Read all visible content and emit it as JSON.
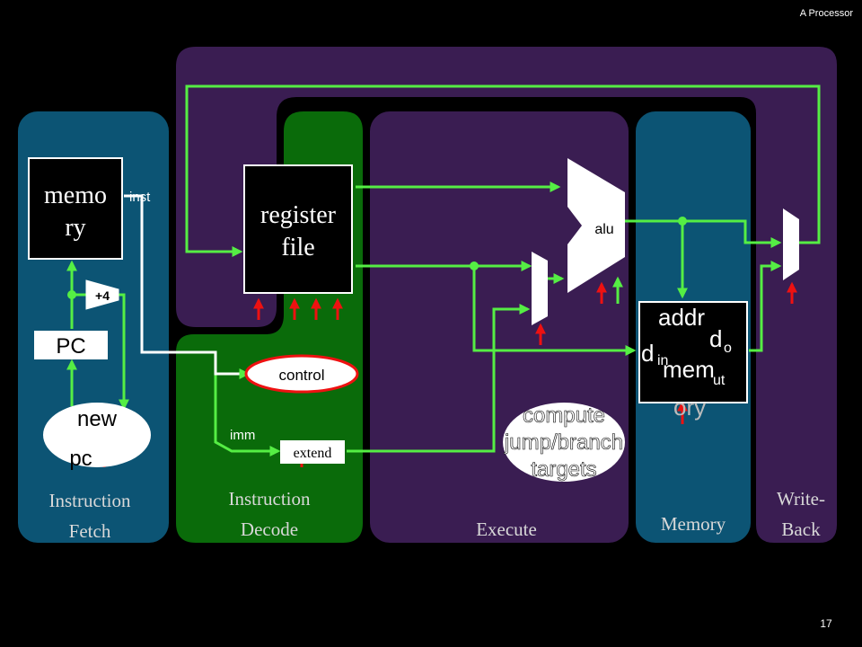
{
  "header": {
    "title": "A Processor"
  },
  "footer": {
    "page_number": "17"
  },
  "stages": {
    "fetch": "Instruction Fetch",
    "fetch_l1": "Instruction",
    "fetch_l2": "Fetch",
    "decode_l1": "Instruction",
    "decode_l2": "Decode",
    "execute": "Execute",
    "memory": "Memory",
    "writeback_l1": "Write-",
    "writeback_l2": "Back"
  },
  "components": {
    "inst_memory_l1": "memo",
    "inst_memory_l2": "ry",
    "inst_label": "inst",
    "plus4": "+4",
    "pc": "PC",
    "new_pc_l1": "new",
    "new_pc_l2": "pc",
    "register_file_l1": "register",
    "register_file_l2": "file",
    "control": "control",
    "imm": "imm",
    "extend": "extend",
    "alu": "alu",
    "compute_l1": "compute",
    "compute_l2": "jump/branch",
    "compute_l3": "targets",
    "data_mem_addr": "addr",
    "data_mem_din_d": "d",
    "data_mem_din_sub": "in",
    "data_mem_dout_d": "d",
    "data_mem_dout_o": "o",
    "data_mem_dout_ut": "ut",
    "data_mem_l1": "mem",
    "data_mem_l2": "ory"
  },
  "colors": {
    "fetch_bg": "#0c5474",
    "decode_bg": "#0a6b0a",
    "execute_bg": "#3a1d52",
    "memory_bg": "#0c5474",
    "writeback_bg": "#3a1d52",
    "wire": "#55ee44",
    "control_arrow": "#ee1111",
    "text_stage": "#d8d8d8"
  }
}
